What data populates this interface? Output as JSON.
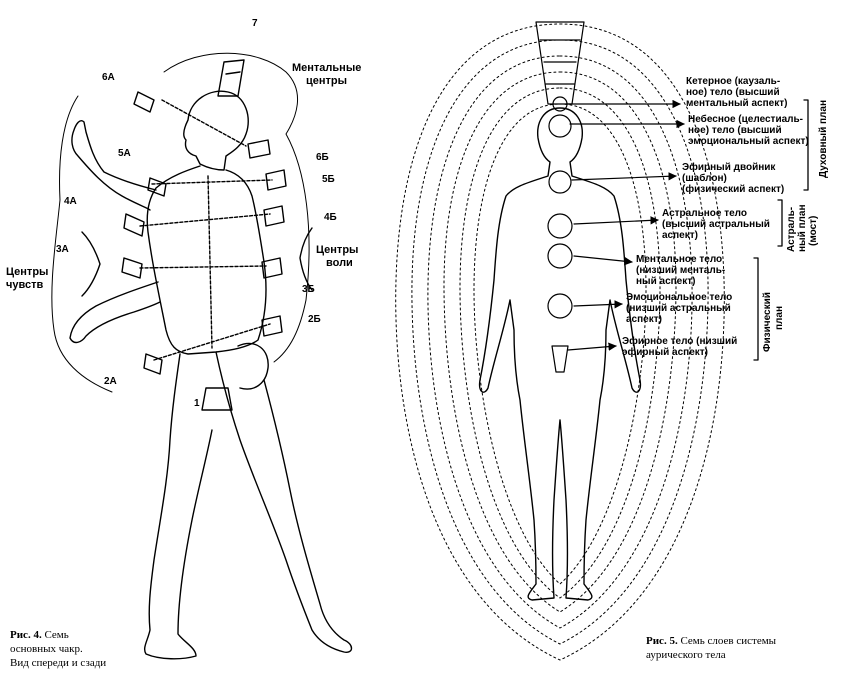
{
  "figure4": {
    "chakra_labels": {
      "c7": "7",
      "c6a": "6А",
      "c5a": "5А",
      "c4a": "4А",
      "c3a": "3А",
      "c2a": "2А",
      "c1": "1",
      "c6b": "6Б",
      "c5b": "5Б",
      "c4b": "4Б",
      "c3b": "3Б",
      "c2b": "2Б"
    },
    "group_labels": {
      "mental_1": "Ментальные",
      "mental_2": "центры",
      "will_1": "Центры",
      "will_2": "воли",
      "feeling_1": "Центры",
      "feeling_2": "чувств"
    },
    "caption": {
      "prefix": "Рис. 4.",
      "line1": " Семь",
      "line2": "основных чакр.",
      "line3": "Вид спереди и сзади"
    }
  },
  "figure5": {
    "layers": [
      {
        "lines": [
          "Кетерное (каузаль-",
          "ное) тело (высший",
          "ментальный аспект)"
        ]
      },
      {
        "lines": [
          "Небесное (целестиаль-",
          "ное) тело (высший",
          "эмоциональный аспект)"
        ]
      },
      {
        "lines": [
          "Эфирный двойник",
          "(шаблон)",
          "(физический аспект)"
        ]
      },
      {
        "lines": [
          "Астральное тело",
          "(высший астральный",
          "аспект)"
        ]
      },
      {
        "lines": [
          "Ментальное тело",
          "(низший менталь-",
          "ный аспект)"
        ]
      },
      {
        "lines": [
          "Эмоциональное тело",
          "(низший астральный",
          "аспект)"
        ]
      },
      {
        "lines": [
          "Эфирное тело (низший",
          "эфирный аспект)"
        ]
      }
    ],
    "planes": {
      "spiritual": "Духовный план",
      "astral_1": "Астраль-",
      "astral_2": "ный план",
      "astral_3": "(мост)",
      "physical_1": "Физический",
      "physical_2": "план"
    },
    "caption": {
      "prefix": "Рис. 5.",
      "line1": " Семь слоев системы",
      "line2": "аурического тела"
    }
  }
}
